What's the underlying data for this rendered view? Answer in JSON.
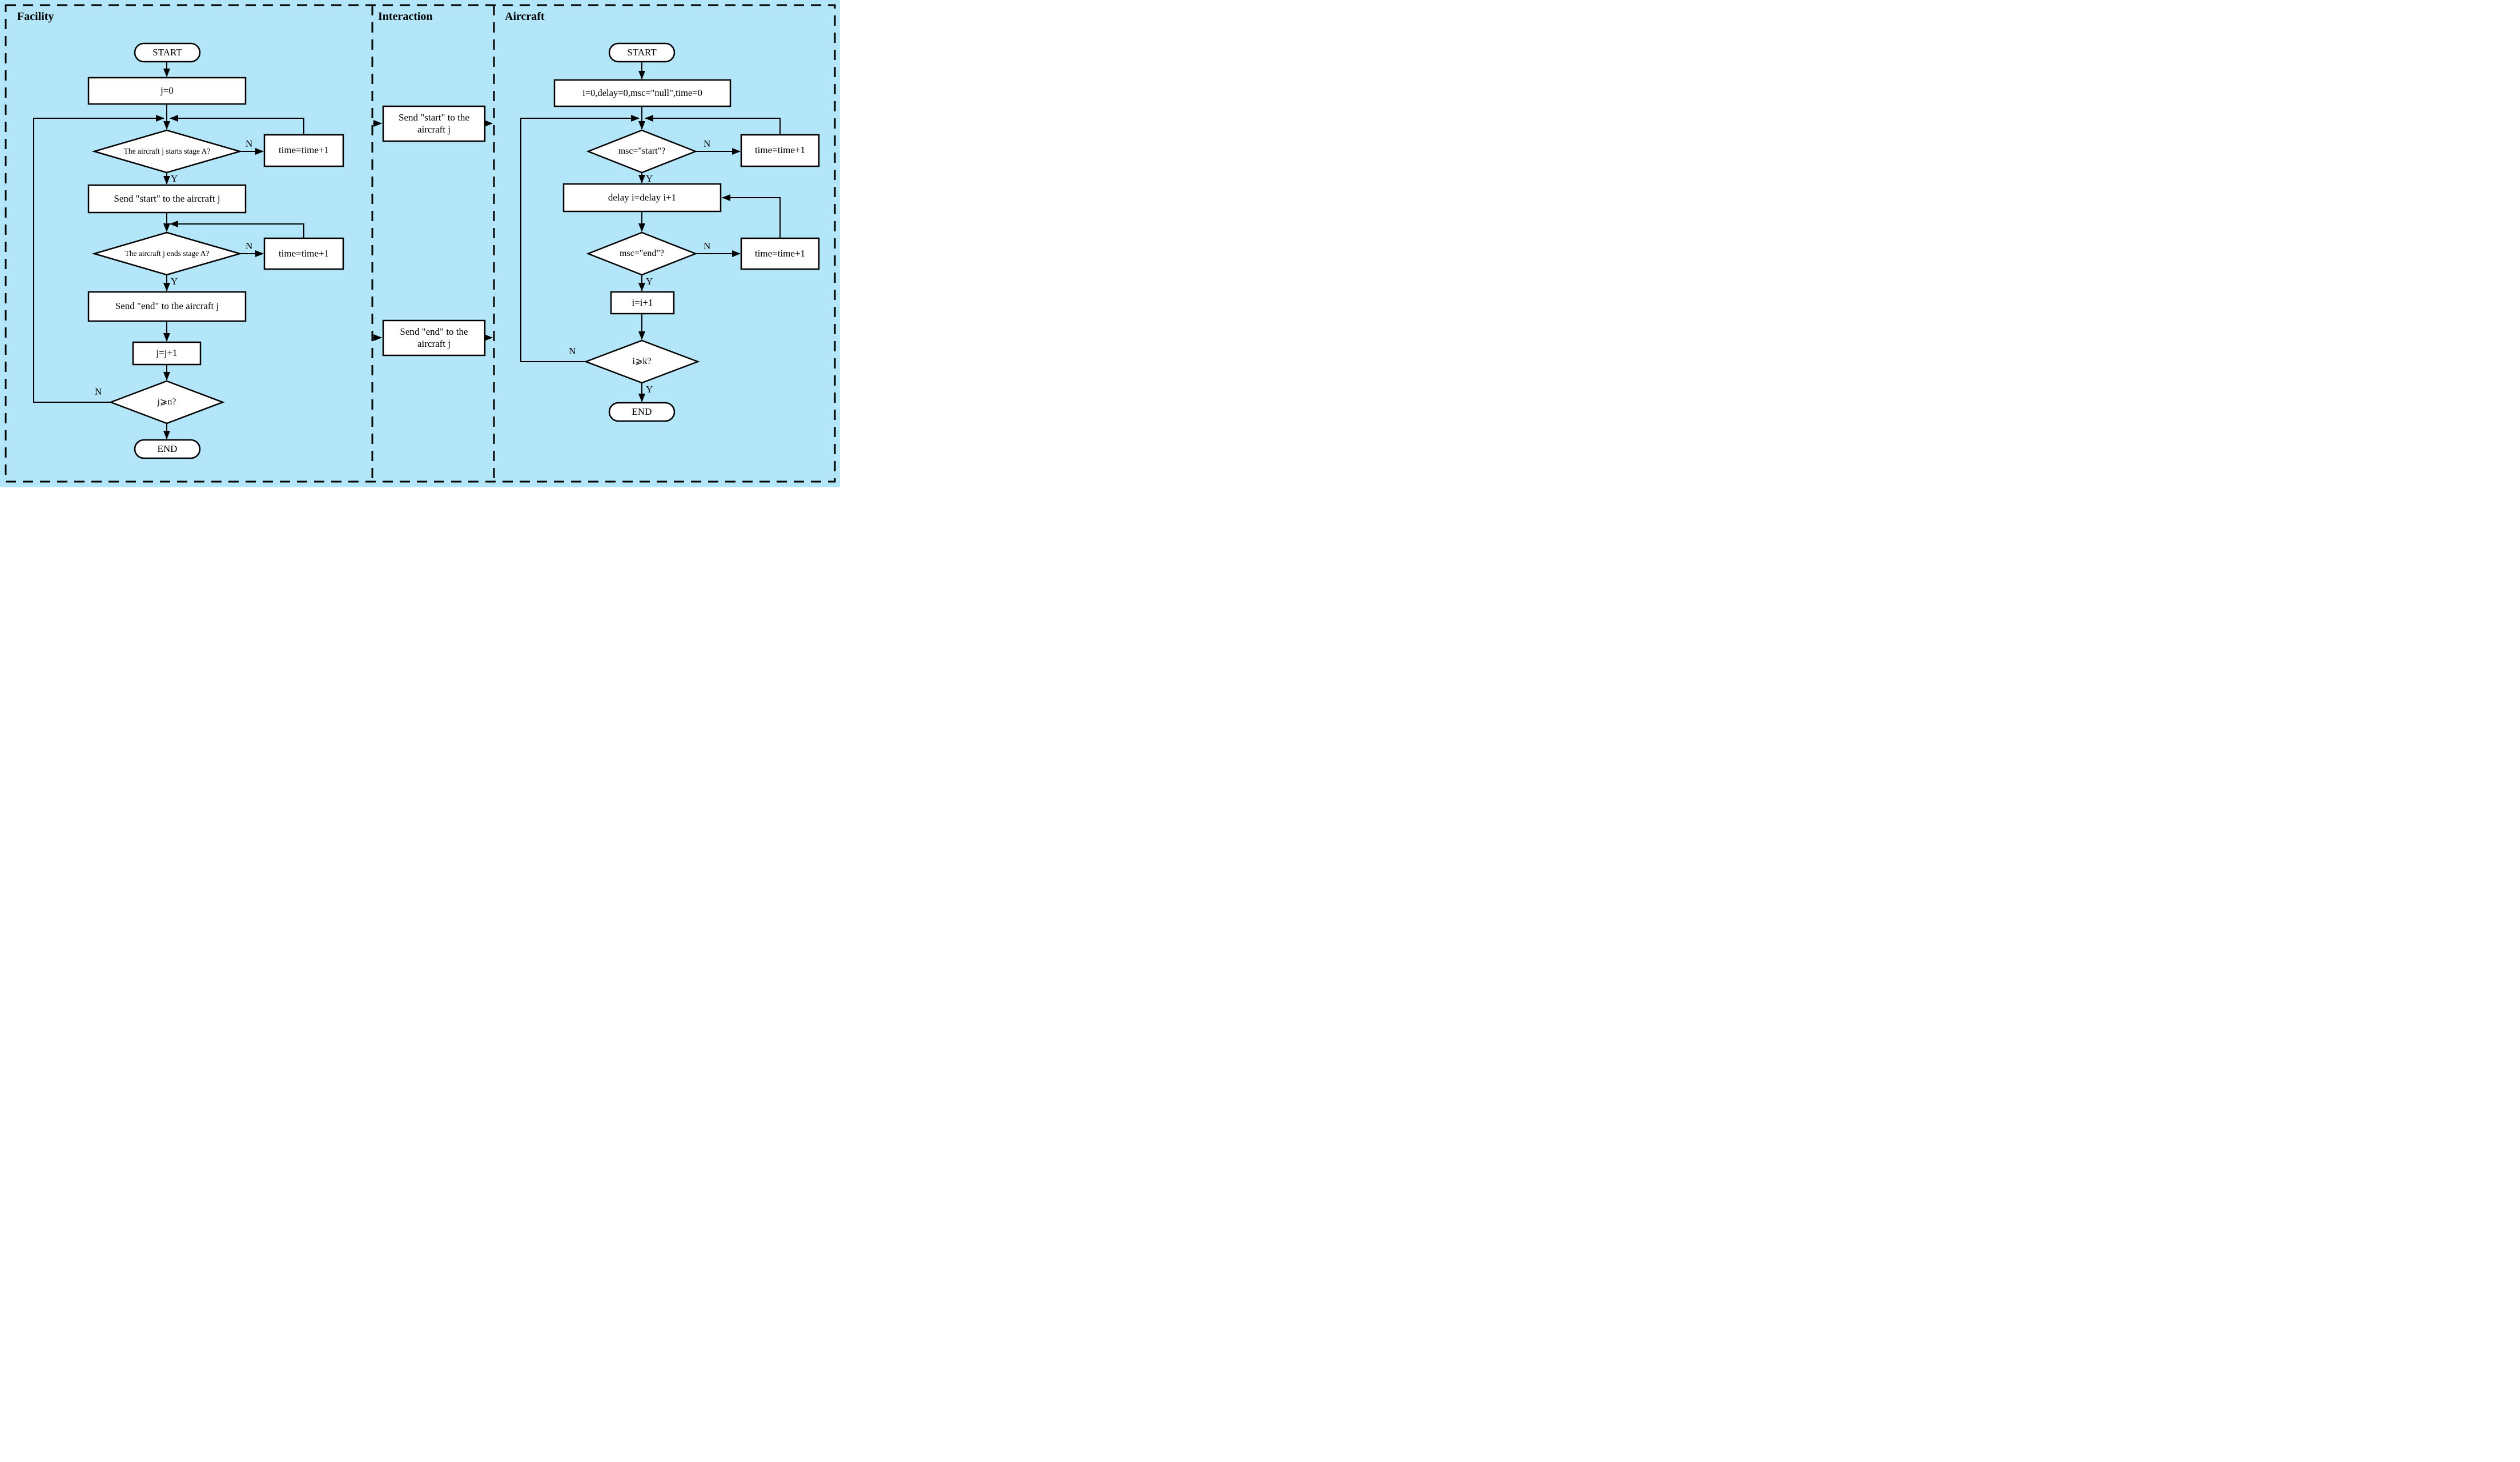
{
  "colors": {
    "background": "#b3e6f9",
    "node_fill": "#ffffff",
    "line": "#000000"
  },
  "branch_labels": {
    "no": "N",
    "yes": "Y"
  },
  "facility": {
    "title": "Facility",
    "start": "START",
    "init": "j=0",
    "decision_start": "The aircraft j starts stage A?",
    "time_inc_1": "time=time+1",
    "send_start": "Send \"start\" to the aircraft j",
    "decision_end": "The aircraft j ends stage A?",
    "time_inc_2": "time=time+1",
    "send_end": "Send \"end\" to the aircraft j",
    "increment": "j=j+1",
    "loop_check": "j⩾n?",
    "end": "END"
  },
  "interaction": {
    "title": "Interaction",
    "send_start": "Send \"start\" to the aircraft j",
    "send_end": "Send \"end\" to the aircraft j"
  },
  "aircraft": {
    "title": "Aircraft",
    "start": "START",
    "init": "i=0,delay=0,msc=\"null\",time=0",
    "decision_msc_start": "msc=\"start\"?",
    "time_inc_1": "time=time+1",
    "delay_inc": "delay i=delay i+1",
    "decision_msc_end": "msc=\"end\"?",
    "time_inc_2": "time=time+1",
    "increment": "i=i+1",
    "loop_check": "i⩾k?",
    "end": "END"
  }
}
